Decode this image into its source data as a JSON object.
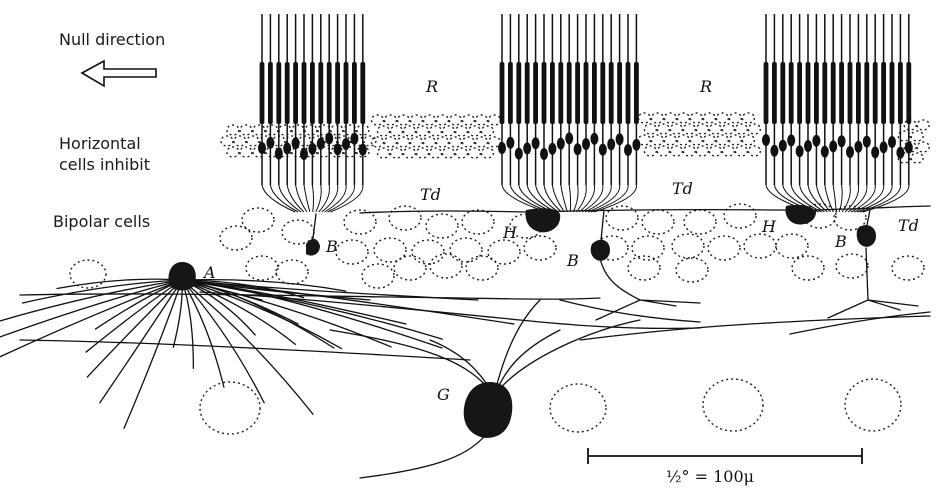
{
  "labels": {
    "null_direction": "Null direction",
    "horizontal_line1": "Horizontal",
    "horizontal_line2": "cells inhibit",
    "bipolar": "Bipolar cells"
  },
  "cell_letters": {
    "R_left": "R",
    "R_right": "R",
    "Td_1": "Td",
    "Td_2": "Td",
    "Td_3": "Td",
    "B_1": "B",
    "B_2": "B",
    "B_3": "B",
    "H_1": "H",
    "H_2": "H",
    "A": "A",
    "G": "G"
  },
  "scale_bar": {
    "label": "½° = 100μ"
  },
  "icons": [
    "null-direction-arrow-icon"
  ],
  "colors": {
    "ink": "#111111",
    "paper": "#ffffff"
  }
}
